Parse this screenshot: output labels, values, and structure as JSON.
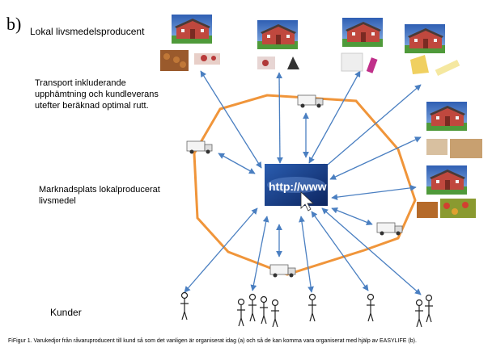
{
  "panel_letter": "b)",
  "labels": {
    "producer": "Lokal livsmedelsproducent",
    "transport": "Transport inkluderande upphämtning och kundleverans utefter beräknad optimal rutt.",
    "marketplace": "Marknadsplats lokalproducerat livsmedel",
    "customers": "Kunder"
  },
  "center_screen_text": "http://www",
  "caption": "FiFigur 1. Varukedjor från råvaruproducent till kund så som det vanligen är organiserat idag (a) och så de kan komma vara organiserat med hjälp av EASYLIFE (b).",
  "colors": {
    "route": "#f0953a",
    "arrow": "#4a7fc1",
    "barn": "#c0483e",
    "sky": "#3e6fc0",
    "grass": "#4f9a3a",
    "screen": "#1a3c8a"
  },
  "icons": [
    "barn-photo-icon",
    "truck-icon",
    "web-screen-icon",
    "cursor-icon",
    "person-icon",
    "family-icon",
    "food-photo-icon"
  ]
}
